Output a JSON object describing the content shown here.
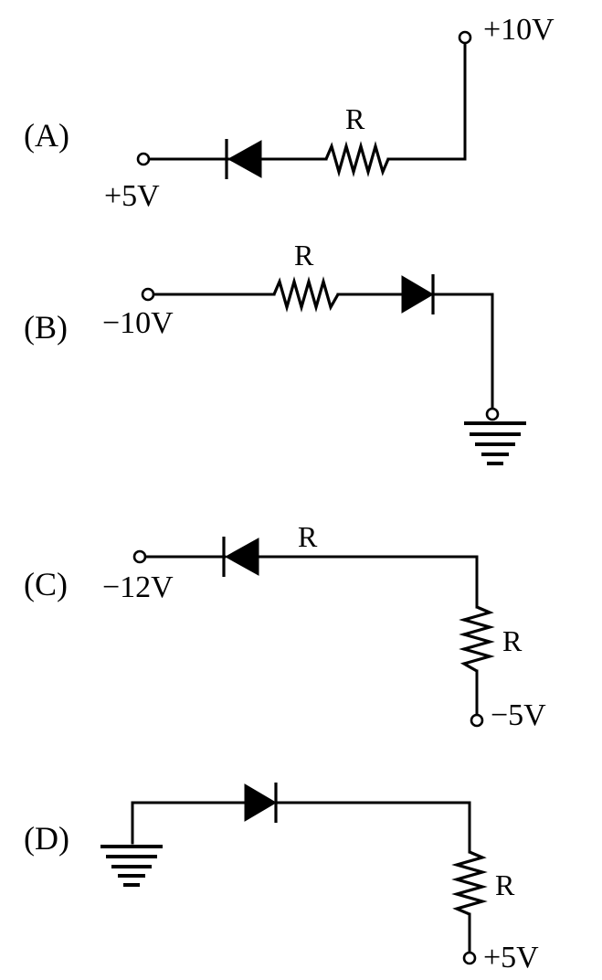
{
  "circuits": [
    {
      "option": "(A)",
      "resistor": "R",
      "terminals": [
        "+5V",
        "+10V"
      ]
    },
    {
      "option": "(B)",
      "resistor": "R",
      "terminals": [
        "−10V"
      ],
      "ground": "ground-symbol"
    },
    {
      "option": "(C)",
      "resistors": [
        "R",
        "R"
      ],
      "terminals": [
        "−12V",
        "−5V"
      ]
    },
    {
      "option": "(D)",
      "resistor": "R",
      "terminals": [
        "+5V"
      ],
      "ground": "ground-symbol"
    }
  ]
}
